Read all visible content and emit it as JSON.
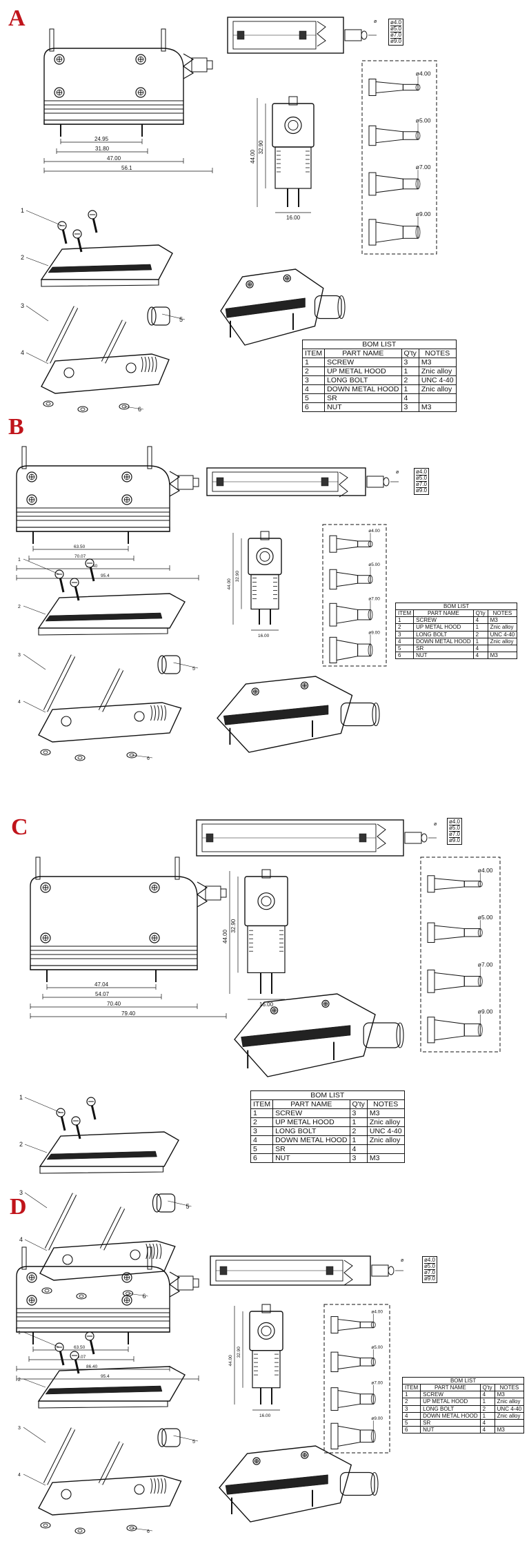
{
  "sections": [
    {
      "letter": "A",
      "dims_side": [
        "24.95",
        "31.80",
        "47.00",
        "56.1"
      ],
      "dims_end": [
        "44.00",
        "32.90",
        "16.00"
      ],
      "sizes": [
        "ø4.00",
        "ø5.00",
        "ø7.00",
        "ø9.00"
      ],
      "size_tag": [
        "ø4.0",
        "ø5.0",
        "ø7.0",
        "ø9.0"
      ],
      "callouts": [
        "1",
        "2",
        "3",
        "4",
        "5",
        "6"
      ],
      "bom": {
        "title": "BOM LIST",
        "headers": [
          "ITEM",
          "PART NAME",
          "Q'ty",
          "NOTES"
        ],
        "rows": [
          [
            "1",
            "SCREW",
            "3",
            "M3"
          ],
          [
            "2",
            "UP METAL HOOD",
            "1",
            "Znic alloy"
          ],
          [
            "3",
            "LONG BOLT",
            "2",
            "UNC 4-40"
          ],
          [
            "4",
            "DOWN METAL HOOD",
            "1",
            "Znic alloy"
          ],
          [
            "5",
            "SR",
            "4",
            ""
          ],
          [
            "6",
            "NUT",
            "3",
            "M3"
          ]
        ]
      }
    },
    {
      "letter": "B",
      "dims_side": [
        "63.50",
        "70.07",
        "86.40",
        "95.4"
      ],
      "dims_end": [
        "44.00",
        "32.90",
        "16.00"
      ],
      "sizes": [
        "ø4.00",
        "ø5.00",
        "ø7.00",
        "ø9.00"
      ],
      "size_tag": [
        "ø4.0",
        "ø5.0",
        "ø7.0",
        "ø9.0"
      ],
      "callouts": [
        "1",
        "2",
        "3",
        "4",
        "5",
        "6"
      ],
      "bom": {
        "title": "BOM LIST",
        "headers": [
          "ITEM",
          "PART NAME",
          "Q'ty",
          "NOTES"
        ],
        "rows": [
          [
            "1",
            "SCREW",
            "4",
            "M3"
          ],
          [
            "2",
            "UP METAL HOOD",
            "1",
            "Znic alloy"
          ],
          [
            "3",
            "LONG BOLT",
            "2",
            "UNC 4-40"
          ],
          [
            "4",
            "DOWN METAL HOOD",
            "1",
            "Znic alloy"
          ],
          [
            "5",
            "SR",
            "4",
            ""
          ],
          [
            "6",
            "NUT",
            "4",
            "M3"
          ]
        ]
      }
    },
    {
      "letter": "C",
      "dims_side": [
        "47.04",
        "54.07",
        "70.40",
        "79.40"
      ],
      "dims_end": [
        "44.00",
        "32.90",
        "16.00"
      ],
      "sizes": [
        "ø4.00",
        "ø5.00",
        "ø7.00",
        "ø9.00"
      ],
      "size_tag": [
        "ø4.0",
        "ø5.0",
        "ø7.0",
        "ø9.0"
      ],
      "callouts": [
        "1",
        "2",
        "3",
        "4",
        "5",
        "6"
      ],
      "bom": {
        "title": "BOM LIST",
        "headers": [
          "ITEM",
          "PART NAME",
          "Q'ty",
          "NOTES"
        ],
        "rows": [
          [
            "1",
            "SCREW",
            "3",
            "M3"
          ],
          [
            "2",
            "UP METAL HOOD",
            "1",
            "Znic alloy"
          ],
          [
            "3",
            "LONG BOLT",
            "2",
            "UNC 4-40"
          ],
          [
            "4",
            "DOWN METAL HOOD",
            "1",
            "Znic alloy"
          ],
          [
            "5",
            "SR",
            "4",
            ""
          ],
          [
            "6",
            "NUT",
            "3",
            "M3"
          ]
        ]
      }
    },
    {
      "letter": "D",
      "dims_side": [
        "63.50",
        "70.07",
        "86.40",
        "95.4"
      ],
      "dims_end": [
        "44.00",
        "32.90",
        "16.00"
      ],
      "sizes": [
        "ø4.00",
        "ø5.00",
        "ø7.00",
        "ø9.00"
      ],
      "size_tag": [
        "ø4.0",
        "ø5.0",
        "ø7.0",
        "ø9.0"
      ],
      "callouts": [
        "1",
        "2",
        "3",
        "4",
        "5",
        "6"
      ],
      "bom": {
        "title": "BOM LIST",
        "headers": [
          "ITEM",
          "PART NAME",
          "Q'ty",
          "NOTES"
        ],
        "rows": [
          [
            "1",
            "SCREW",
            "4",
            "M3"
          ],
          [
            "2",
            "UP METAL HOOD",
            "1",
            "Znic alloy"
          ],
          [
            "3",
            "LONG BOLT",
            "2",
            "UNC 4-40"
          ],
          [
            "4",
            "DOWN METAL HOOD",
            "1",
            "Znic alloy"
          ],
          [
            "5",
            "SR",
            "4",
            ""
          ],
          [
            "6",
            "NUT",
            "4",
            "M3"
          ]
        ]
      }
    }
  ],
  "colors": {
    "accent_letter": "#c0141b",
    "line": "#111111"
  }
}
